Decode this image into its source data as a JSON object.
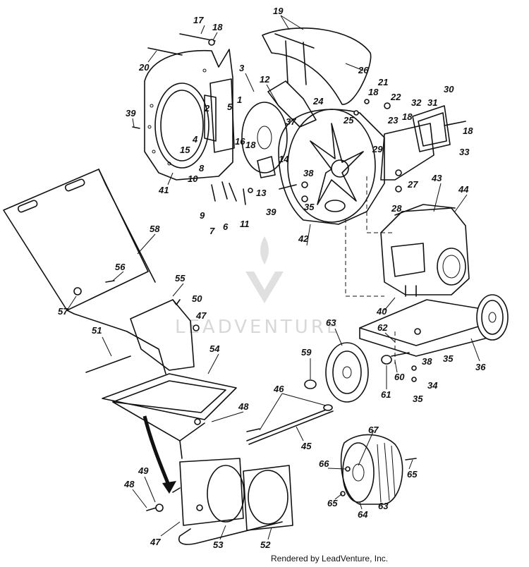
{
  "credit": "Rendered by LeadVenture, Inc.",
  "watermark": "LEADVENTURE",
  "callouts": [
    "1",
    "2",
    "3",
    "4",
    "5",
    "6",
    "7",
    "8",
    "9",
    "10",
    "11",
    "12",
    "13",
    "14",
    "15",
    "16",
    "17",
    "18",
    "19",
    "20",
    "21",
    "22",
    "23",
    "24",
    "25",
    "26",
    "27",
    "28",
    "29",
    "30",
    "31",
    "32",
    "33",
    "34",
    "35",
    "36",
    "37",
    "38",
    "39",
    "40",
    "41",
    "42",
    "43",
    "44",
    "45",
    "46",
    "47",
    "48",
    "49",
    "50",
    "51",
    "52",
    "53",
    "54",
    "55",
    "56",
    "57",
    "58",
    "59",
    "60",
    "61",
    "62",
    "63",
    "64",
    "65",
    "66",
    "67"
  ]
}
